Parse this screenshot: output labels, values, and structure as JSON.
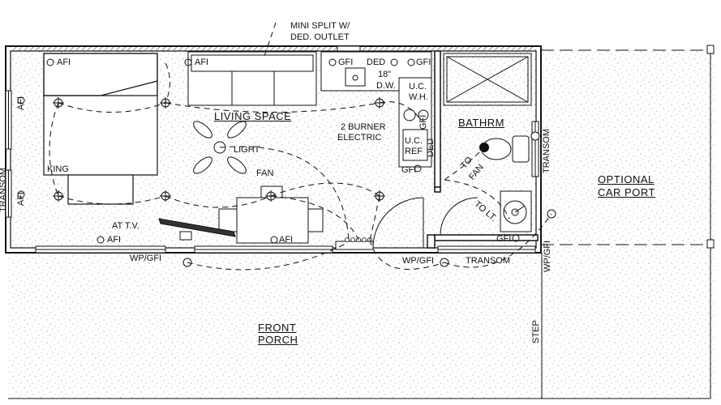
{
  "plan": {
    "notes": {
      "mini_split": "MINI SPLIT W/",
      "ded_outlet": "DED. OUTLET",
      "burner_1": "2 BURNER",
      "burner_2": "ELECTRIC",
      "dw_1": "18\"",
      "dw_2": "D.W.",
      "uc_1": "U.C.",
      "uc_2": "W.H.",
      "ref_1": "U.C.",
      "ref_2": "REF",
      "ded": "DED",
      "gfi_v": "GFI",
      "at_tv": "AT T.V.",
      "light": "LIGHT",
      "fan": "FAN",
      "to_fan_1": "TO",
      "to_fan_2": "FAN",
      "to_lt": "TO LT.",
      "transom": "TRANSOM",
      "step": "STEP"
    },
    "rooms": {
      "living": "LIVING SPACE",
      "bath": "BATHRM",
      "king": "KING",
      "porch_1": "FRONT",
      "porch_2": "PORCH",
      "carport_1": "OPTIONAL",
      "carport_2": "CAR PORT"
    },
    "outlets": {
      "afi": "AFI",
      "gfi": "GFI",
      "ded": "DED",
      "wp_gfi": "WP/GFI"
    }
  }
}
